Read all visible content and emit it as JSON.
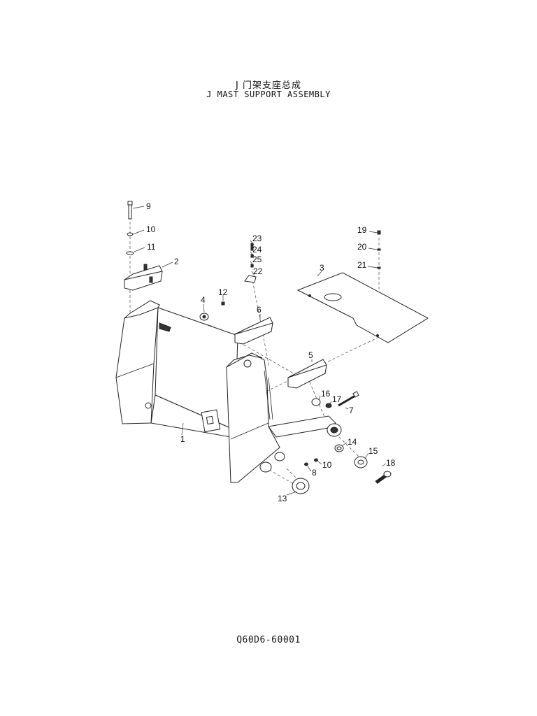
{
  "header": {
    "title_zh": "J  门架支座总成",
    "title_en": "J  MAST SUPPORT ASSEMBLY"
  },
  "footer": {
    "doc_number": "Q60D6-60001"
  },
  "callouts": {
    "c1": "1",
    "c2": "2",
    "c3": "3",
    "c4": "4",
    "c5": "5",
    "c6": "6",
    "c7": "7",
    "c8": "8",
    "c9": "9",
    "c10a": "10",
    "c10b": "10",
    "c11": "11",
    "c12": "12",
    "c13": "13",
    "c14": "14",
    "c15": "15",
    "c16": "16",
    "c17": "17",
    "c18": "18",
    "c19": "19",
    "c20": "20",
    "c21": "21",
    "c22": "22",
    "c23": "23",
    "c24": "24",
    "c25": "25"
  }
}
